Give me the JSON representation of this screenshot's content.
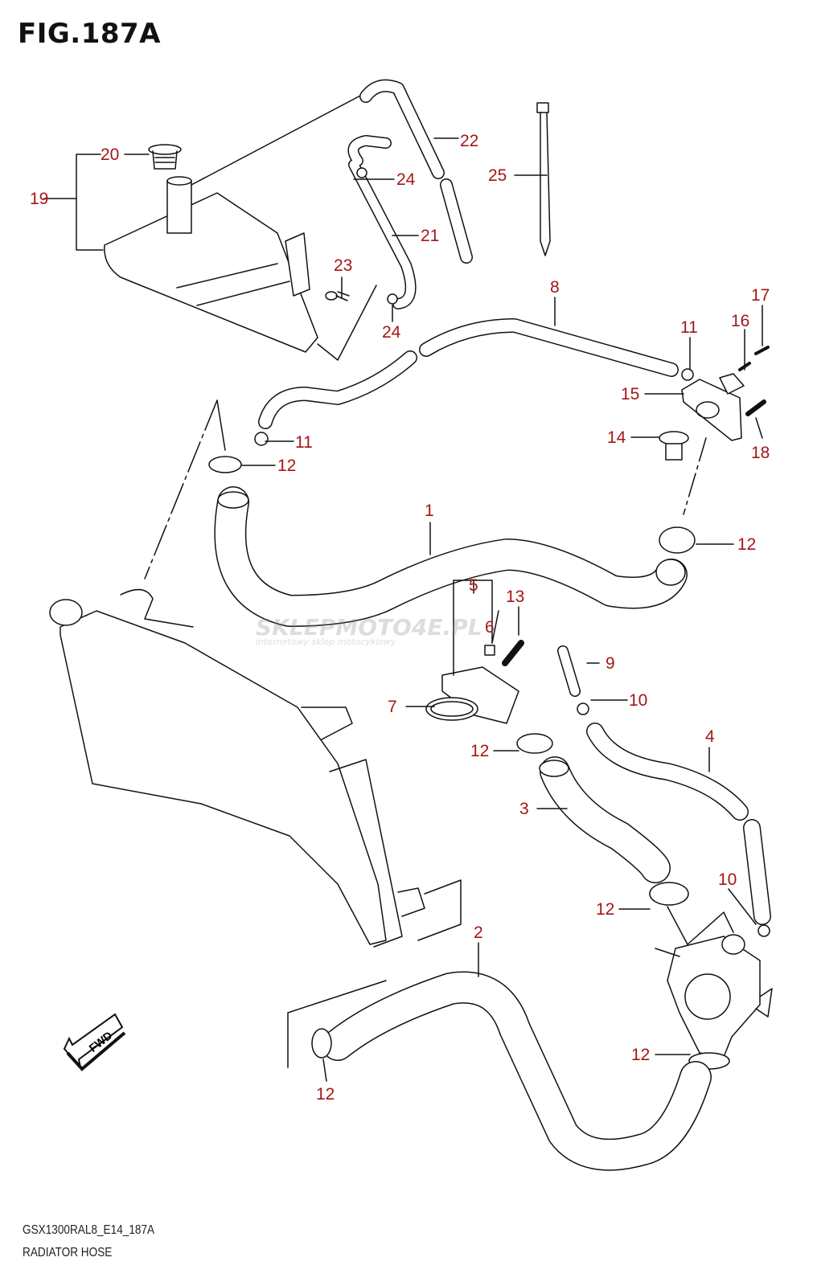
{
  "figure": {
    "title": "FIG.187A"
  },
  "callouts": [
    "20",
    "19",
    "22",
    "24",
    "21",
    "25",
    "23",
    "24",
    "8",
    "11",
    "16",
    "17",
    "15",
    "14",
    "18",
    "11",
    "12",
    "1",
    "12",
    "5",
    "13",
    "6",
    "9",
    "10",
    "7",
    "4",
    "12",
    "3",
    "10",
    "12",
    "2",
    "12",
    "12"
  ],
  "fwd_label": "FWD",
  "watermark": {
    "brand": "SKLEPMOTO4E.PL",
    "tagline": "internetowy sklep motocyklowy"
  },
  "footer": {
    "code": "GSX1300RAL8_E14_187A",
    "name": "RADIATOR HOSE"
  },
  "colors": {
    "callout": "#a51616",
    "line": "#111111"
  }
}
